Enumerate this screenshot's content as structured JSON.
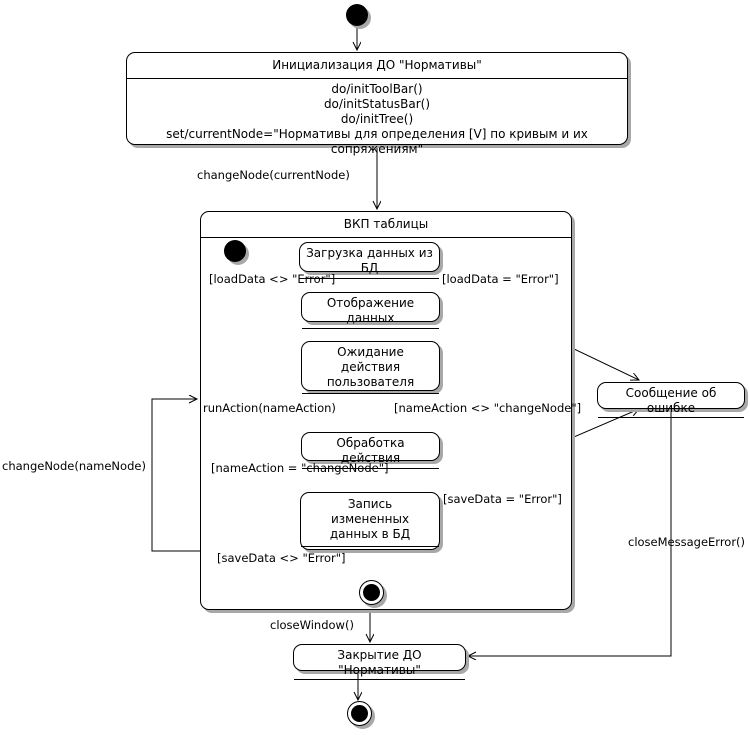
{
  "diagram": {
    "type": "uml-state-machine-diagram",
    "title": "Инициализация ДО \"Нормативы\"",
    "language": "ru"
  },
  "nodes": {
    "start": {
      "kind": "initial-pseudostate",
      "label": ""
    },
    "init_state": {
      "kind": "state",
      "name": "Инициализация ДО \"Нормативы\"",
      "actions": "do/initToolBar()\ndo/initStatusBar()\ndo/initTree()\nset/currentNode=\"Нормативы для определения [V] по кривым и их сопряжениям\""
    },
    "composite": {
      "kind": "composite-state",
      "name": "ВКП таблицы"
    },
    "inner_start": {
      "kind": "initial-pseudostate",
      "label": ""
    },
    "load_data": {
      "kind": "state",
      "name": "Загрузка данных из БД",
      "actions": ""
    },
    "show_data": {
      "kind": "state",
      "name": "Отображение данных",
      "actions": ""
    },
    "wait_user": {
      "kind": "state",
      "name": "Ожидание действия\nпользователя",
      "actions": ""
    },
    "process_action": {
      "kind": "state",
      "name": "Обработка действия",
      "actions": ""
    },
    "save_data": {
      "kind": "state",
      "name": "Запись измененных\nданных в БД",
      "actions": ""
    },
    "inner_final": {
      "kind": "final-state",
      "label": ""
    },
    "error_message": {
      "kind": "state",
      "name": "Сообщение об ошибке",
      "actions": ""
    },
    "close_state": {
      "kind": "state",
      "name": "Закрытие ДО \"Нормативы\"",
      "actions": ""
    },
    "final": {
      "kind": "final-state",
      "label": ""
    }
  },
  "transitions": [
    {
      "id": "t1",
      "from": "start",
      "to": "init_state",
      "label": ""
    },
    {
      "id": "t2",
      "from": "init_state",
      "to": "composite",
      "label": "changeNode(currentNode)"
    },
    {
      "id": "t3",
      "from": "inner_start",
      "to": "load_data",
      "label": ""
    },
    {
      "id": "t4",
      "from": "load_data",
      "to": "show_data",
      "label": "[loadData <> \"Error\"]"
    },
    {
      "id": "t5",
      "from": "load_data",
      "to": "error_message",
      "label": "[loadData = \"Error\"]"
    },
    {
      "id": "t6",
      "from": "show_data",
      "to": "wait_user",
      "label": ""
    },
    {
      "id": "t7",
      "from": "wait_user",
      "to": "process_action",
      "label": "runAction(nameAction)"
    },
    {
      "id": "t8",
      "from": "process_action",
      "to": "wait_user",
      "label": "[nameAction <> \"changeNode\"]"
    },
    {
      "id": "t9",
      "from": "process_action",
      "to": "save_data",
      "label": "[nameAction = \"changeNode\"]"
    },
    {
      "id": "t10",
      "from": "save_data",
      "to": "error_message",
      "label": "[saveData = \"Error\"]"
    },
    {
      "id": "t11",
      "from": "save_data",
      "to": "inner_final",
      "label": "[saveData <> \"Error\"]"
    },
    {
      "id": "t12",
      "from": "inner_final",
      "to": "close_state",
      "label": "closeWindow()"
    },
    {
      "id": "t13",
      "from": "composite",
      "to": "composite",
      "label": "changeNode(nameNode)"
    },
    {
      "id": "t14",
      "from": "error_message",
      "to": "close_state",
      "label": "closeMessageError()"
    },
    {
      "id": "t15",
      "from": "close_state",
      "to": "final",
      "label": ""
    }
  ],
  "colors": {
    "stroke": "#000000",
    "fill": "#ffffff",
    "shadow": "#a8a8a8"
  }
}
